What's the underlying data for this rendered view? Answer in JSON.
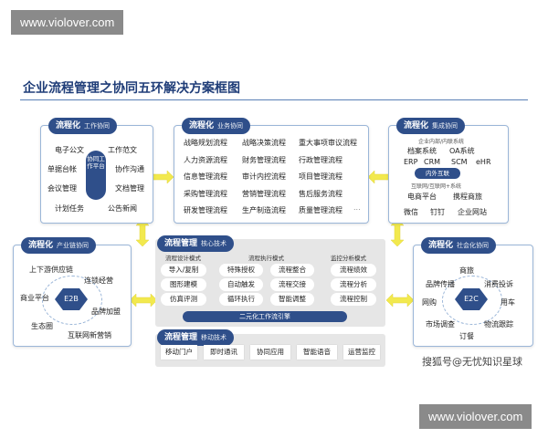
{
  "watermarks": {
    "top": "www.violover.com",
    "bottom": "www.violover.com"
  },
  "title": "企业流程管理之协同五环解决方案框图",
  "work": {
    "tag": "流程化",
    "sub": "工作协同",
    "items": [
      "电子公文",
      "工作范文",
      "单据台帐",
      "协作沟通",
      "会议管理",
      "文档管理",
      "计划任务",
      "公告新闻"
    ],
    "center": "协同工作平台"
  },
  "business": {
    "tag": "流程化",
    "sub": "业务协同",
    "rows": [
      [
        "战略规划流程",
        "战略决策流程",
        "重大事项审议流程"
      ],
      [
        "人力资源流程",
        "财务管理流程",
        "行政管理流程"
      ],
      [
        "信息管理流程",
        "审计内控流程",
        "项目管理流程"
      ],
      [
        "采购管理流程",
        "营销管理流程",
        "售后服务流程"
      ],
      [
        "研发管理流程",
        "生产制造流程",
        "质量管理流程"
      ]
    ],
    "more": "..."
  },
  "integration": {
    "tag": "流程化",
    "sub": "集成协同",
    "cap1": "企业内部/内联系统",
    "sys1": [
      "档案系统",
      "OA系统"
    ],
    "sys2": [
      "ERP",
      "CRM",
      "SCM",
      "eHR"
    ],
    "inner": "内外互联",
    "cap2": "互联网/互联网+系统",
    "sys3": [
      "电商平台",
      "携程商旅"
    ],
    "sys4": [
      "微信",
      "钉钉",
      "企业网站"
    ]
  },
  "chain": {
    "tag": "流程化",
    "sub": "产业链协同",
    "items": [
      "上下游供应链",
      "连锁经营",
      "商业平台",
      "品牌加盟",
      "生态圈",
      "互联网新营销"
    ],
    "hub": "E2B"
  },
  "social": {
    "tag": "流程化",
    "sub": "社会化协同",
    "items": [
      "商旅",
      "品牌传播",
      "消费投诉",
      "网购",
      "用车",
      "市场调查",
      "物流跟踪",
      "订餐"
    ],
    "hub": "E2C"
  },
  "core": {
    "tag": "流程管理",
    "sub": "核心技术",
    "col_heads": [
      "流程设计模式",
      "流程执行模式",
      "监控分析模式"
    ],
    "design": [
      "导入/复制",
      "图形建模",
      "仿真评测"
    ],
    "exec": [
      [
        "特殊授权",
        "流程整合"
      ],
      [
        "自动触发",
        "流程交接"
      ],
      [
        "循环执行",
        "智能调整"
      ]
    ],
    "monitor": [
      "流程绩效",
      "流程分析",
      "流程控制"
    ],
    "engine": "二元化工作流引擎"
  },
  "mobile": {
    "tag": "流程管理",
    "sub": "移动技术",
    "items": [
      "移动门户",
      "即时通讯",
      "协同应用",
      "智能语音",
      "运营监控"
    ]
  },
  "credit": "搜狐号@无忧知识星球",
  "colors": {
    "accent": "#2f4f8a",
    "border": "#9bb6d8",
    "arrow": "#f2e94e"
  }
}
